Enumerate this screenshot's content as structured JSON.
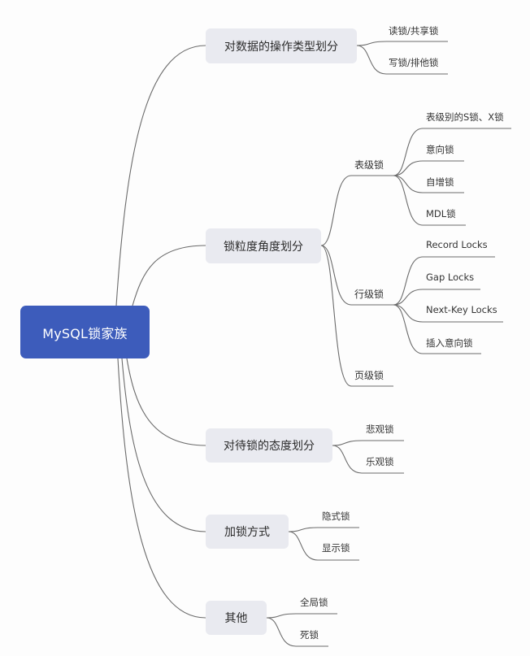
{
  "root": {
    "label": "MySQL锁家族",
    "color": "#3d5cbb"
  },
  "topics": [
    {
      "label": "对数据的操作类型划分",
      "children": [
        "读锁/共享锁",
        "写锁/排他锁"
      ]
    },
    {
      "label": "锁粒度角度划分",
      "groups": [
        {
          "label": "表级锁",
          "children": [
            "表级别的S锁、X锁",
            "意向锁",
            "自增锁",
            "MDL锁"
          ]
        },
        {
          "label": "行级锁",
          "children": [
            "Record Locks",
            "Gap Locks",
            "Next-Key Locks",
            "插入意向锁"
          ]
        },
        {
          "label": "页级锁",
          "children": []
        }
      ]
    },
    {
      "label": "对待锁的态度划分",
      "children": [
        "悲观锁",
        "乐观锁"
      ]
    },
    {
      "label": "加锁方式",
      "children": [
        "隐式锁",
        "显示锁"
      ]
    },
    {
      "label": "其他",
      "children": [
        "全局锁",
        "死锁"
      ]
    }
  ],
  "colors": {
    "topic_bg": "#e9eaf0",
    "line": "#6b6b6b"
  }
}
